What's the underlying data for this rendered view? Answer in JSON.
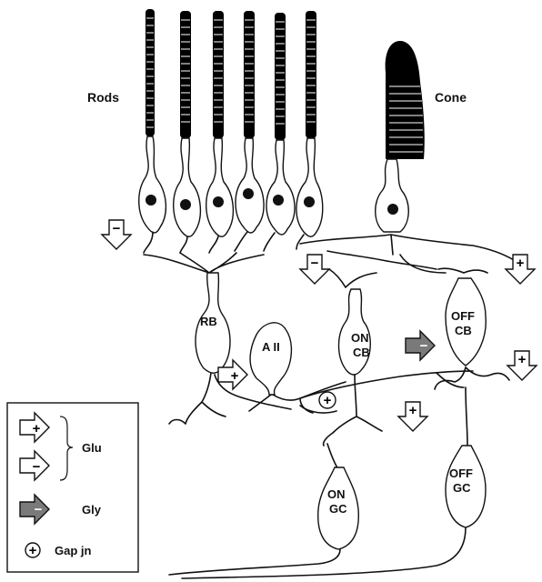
{
  "labels": {
    "rods": "Rods",
    "cone": "Cone",
    "rb": "RB",
    "aii": "A II",
    "on_cb": [
      "ON",
      "CB"
    ],
    "off_cb": [
      "OFF",
      "CB"
    ],
    "on_gc": [
      "ON",
      "GC"
    ],
    "off_gc": [
      "OFF",
      "GC"
    ]
  },
  "synapse_signs": {
    "plus": "+",
    "minus": "−"
  },
  "legend": {
    "glu": "Glu",
    "gly": "Gly",
    "gap_jn": "Gap jn"
  },
  "colors": {
    "ink": "#111111",
    "glycine_arrow": "#7a7a7a",
    "background": "#ffffff"
  }
}
